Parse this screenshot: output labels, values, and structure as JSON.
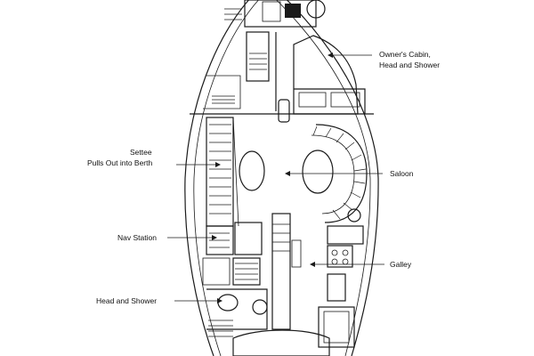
{
  "labels": {
    "owners_cabin_line1": "Owner's Cabin,",
    "owners_cabin_line2": "Head and Shower",
    "settee_line1": "Settee",
    "settee_line2": "Pulls Out into Berth",
    "saloon": "Saloon",
    "nav_station": "Nav Station",
    "galley": "Galley",
    "head_and_shower": "Head and Shower"
  }
}
